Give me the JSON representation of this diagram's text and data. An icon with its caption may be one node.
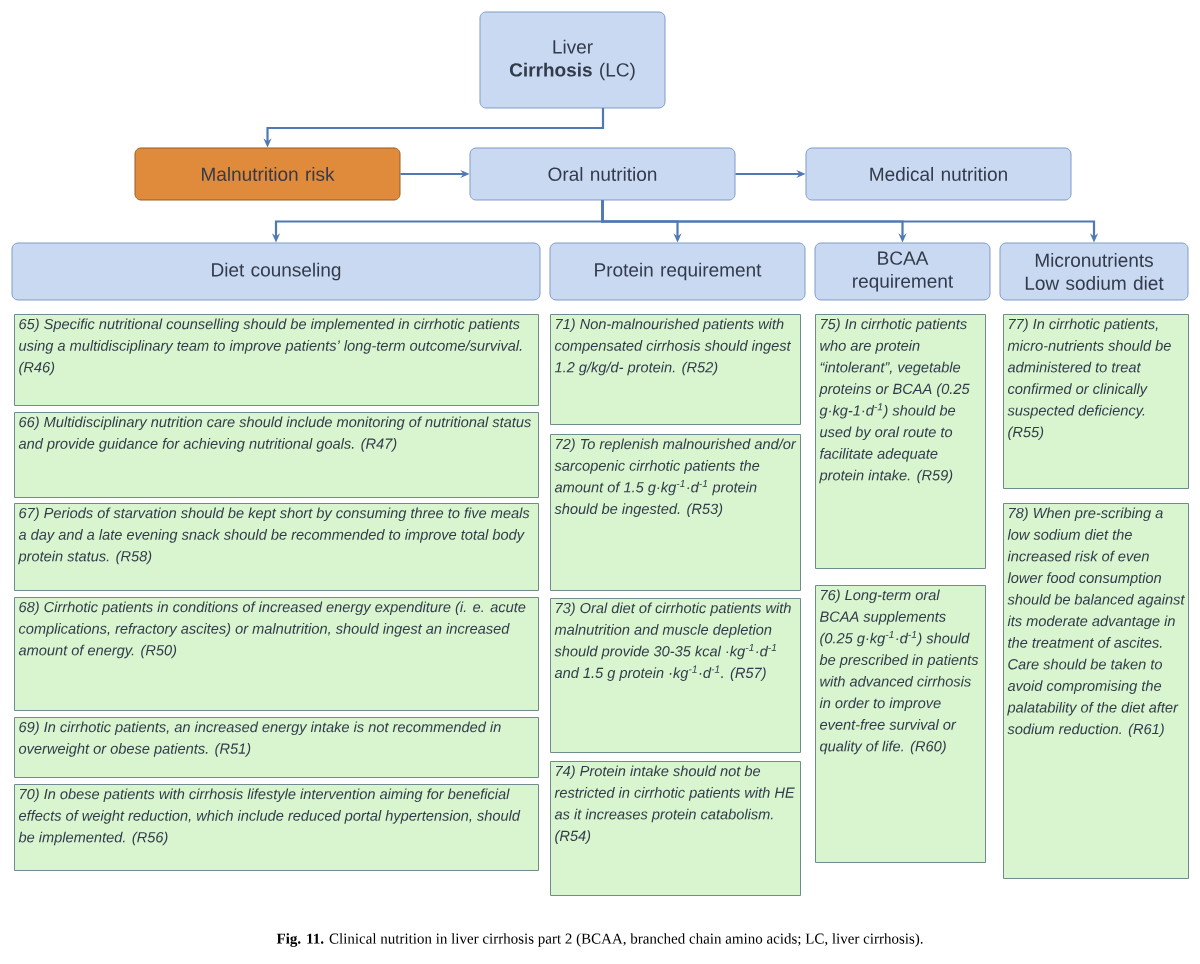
{
  "diagram": {
    "nodes": [
      {
        "text": [
          "Liver **Cirrhosis** (LC)"
        ]
      },
      {
        "text": [
          "Malnutrition risk"
        ]
      },
      {
        "text": [
          "Oral nutrition"
        ]
      },
      {
        "text": [
          "Medical nutrition"
        ]
      },
      {
        "text": [
          "Diet counseling"
        ]
      },
      {
        "text": [
          "Protein requirement"
        ]
      },
      {
        "text": [
          "BCAA requirement"
        ]
      },
      {
        "text": [
          "Micronutrients Low sodium diet"
        ]
      },
      {
        "text": [
          "65) Specific nutritional counselling should be implemented in cirrhotic patients using a multidisciplinary team to improve patients’ long-term outcome/survival. (R46)"
        ]
      },
      {
        "text": [
          "66) Multidisciplinary nutrition care should include monitoring of nutritional status and provide guidance for achieving nutritional goals. (R47)"
        ]
      },
      {
        "text": [
          "67) Periods of starvation should be kept short by consuming three to five meals a day and a late evening snack should be recommended to improve total body protein status. (R58)"
        ]
      },
      {
        "text": [
          "68) Cirrhotic patients in conditions of increased energy expenditure (i. e. acute complications, refractory ascites) or malnutrition, should ingest an increased amount of energy. (R50)"
        ]
      },
      {
        "text": [
          "69) In cirrhotic patients, an increased energy intake is not recommended in overweight or obese patients. (R51)"
        ]
      },
      {
        "text": [
          "70) In obese patients with cirrhosis lifestyle intervention aiming for beneficial effects of weight reduction, which include reduced portal hypertension, should be implemented. (R56)"
        ]
      },
      {
        "text": [
          "71) Non-malnourished patients with compensated cirrhosis should ingest 1.2 g/kg/d- protein. (R52)"
        ]
      },
      {
        "text": [
          "72) To replenish malnourished and/or sarcopenic cirrhotic patients the amount of 1.5 g·kg$^{-1}$·d$^{-1}$ protein should be ingested. (R53)"
        ]
      },
      {
        "text": [
          "73) Oral diet of cirrhotic patients with malnutrition and muscle depletion should provide 30-35 kcal ·kg$^{-1}$·d$^{-1}$ and 1.5 g protein ·kg$^{-1}$·d$^{-1}$. (R57)"
        ]
      },
      {
        "text": [
          "74) Protein intake should not be restricted in cirrhotic patients with HE as it increases protein catabolism. (R54)"
        ]
      },
      {
        "text": [
          "75) In cirrhotic patients who are protein “intolerant”, vegetable proteins or BCAA (0.25 g·kg-1·d$^{-1}$) should be used by oral route to facilitate adequate protein intake. (R59)"
        ]
      },
      {
        "text": [
          "76) Long-term oral BCAA supplements (0.25 g·kg$^{-1}$·d$^{-1}$) should be prescribed in patients with advanced cirrhosis in order to improve event-free survival or quality of life. (R60)"
        ]
      },
      {
        "text": [
          "77) In cirrhotic patients, micro-nutrients should be administered to treat confirmed or clinically suspected deficiency. (R55)"
        ]
      },
      {
        "text": [
          "78) When pre-scribing a low sodium diet the increased risk of even lower food consumption should be balanced against its moderate advantage in the treatment of ascites. Care should be taken to avoid compromising the palatability of the diet after sodium reduction. (R61)"
        ]
      }
    ],
    "edges": [
      {
        "from": 0,
        "to": 1,
        "arrow": "to"
      },
      {
        "from": 1,
        "to": 2,
        "arrow": "to"
      },
      {
        "from": 2,
        "to": 3,
        "arrow": "to"
      },
      {
        "from": 2,
        "to": 4,
        "arrow": "to"
      },
      {
        "from": 2,
        "to": 5,
        "arrow": "to"
      },
      {
        "from": 2,
        "to": 6,
        "arrow": "to"
      },
      {
        "from": 2,
        "to": 7,
        "arrow": "to"
      }
    ],
    "caption": "**Fig. 11.** Clinical nutrition in liver cirrhosis part 2 (BCAA, branched chain amino acids; LC, liver cirrhosis)."
  }
}
